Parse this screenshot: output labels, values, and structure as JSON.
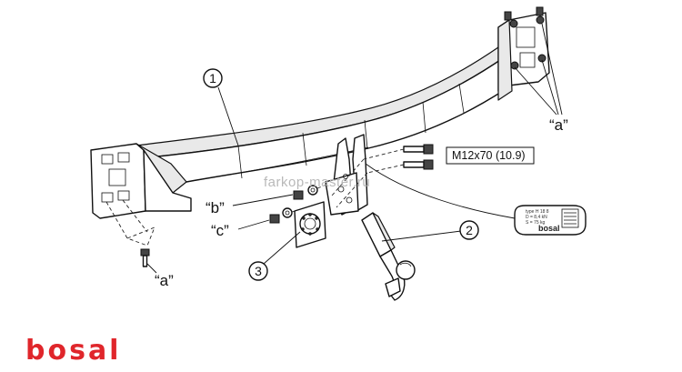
{
  "diagram": {
    "callouts": [
      "1",
      "2",
      "3"
    ],
    "labels": {
      "a_left": "“a”",
      "a_right": "“a”",
      "b": "“b”",
      "c": "“c”"
    },
    "bolt_spec": "M12x70 (10.9)",
    "watermark": "farkop-master.ru",
    "brand_logo": "bosal",
    "plate": {
      "brand": "bosal",
      "lines": [
        "type  H 18 8",
        "D = 8,4 kN",
        "S = 75 kg"
      ]
    },
    "colors": {
      "logo_red": "#e0262b",
      "line": "#111111",
      "watermark": "#b9b9b9"
    }
  }
}
